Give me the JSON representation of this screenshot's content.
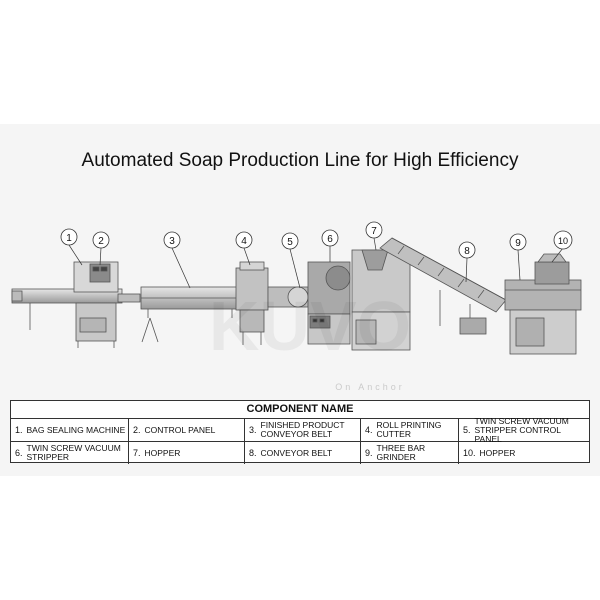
{
  "title": "Automated Soap Production Line for High Efficiency",
  "callouts": [
    "1",
    "2",
    "3",
    "4",
    "5",
    "6",
    "7",
    "8",
    "9",
    "10"
  ],
  "watermark": {
    "brand": "KUVO",
    "tagline": "On Anchor"
  },
  "legend": {
    "heading": "COMPONENT NAME",
    "rows": [
      [
        {
          "num": "1.",
          "label": "BAG SEALING MACHINE"
        },
        {
          "num": "2.",
          "label": "CONTROL PANEL"
        },
        {
          "num": "3.",
          "label": "FINISHED PRODUCT CONVEYOR BELT"
        },
        {
          "num": "4.",
          "label": "ROLL PRINTING CUTTER"
        },
        {
          "num": "5.",
          "label": "TWIN SCREW VACUUM STRIPPER CONTROL PANEL"
        }
      ],
      [
        {
          "num": "6.",
          "label": "TWIN SCREW VACUUM STRIPPER"
        },
        {
          "num": "7.",
          "label": "HOPPER"
        },
        {
          "num": "8.",
          "label": "CONVEYOR BELT"
        },
        {
          "num": "9.",
          "label": "THREE BAR GRINDER"
        },
        {
          "num": "10.",
          "label": "HOPPER"
        }
      ]
    ]
  }
}
